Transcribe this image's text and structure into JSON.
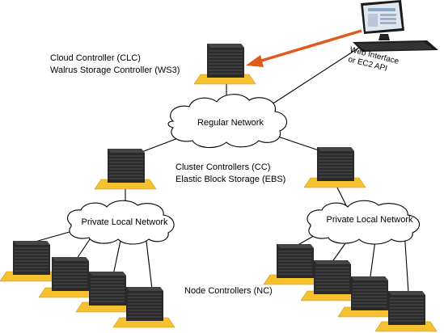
{
  "labels": {
    "clc_line1": "Cloud Controller (CLC)",
    "clc_line2": "Walrus Storage Controller (WS3)",
    "web_line1": "Web Interface",
    "web_line2": "or EC2 API",
    "regular_network": "Regular Network",
    "cc_line1": "Cluster Controllers (CC)",
    "cc_line2": "Elastic Block Storage (EBS)",
    "private_network_left": "Private Local Network",
    "private_network_right": "Private Local Network",
    "node_controllers": "Node Controllers (NC)"
  },
  "colors": {
    "platform": "#f5c12e",
    "platform_edge": "#c89410",
    "server_dark": "#2a2a2a",
    "server_line": "#5a5a5a",
    "arrow": "#e05a1e",
    "line": "#000000",
    "cloud_fill": "#ffffff"
  },
  "icons": {
    "server": "server-rack-icon",
    "cloud": "cloud-icon",
    "workstation": "computer-monitor-icon"
  }
}
